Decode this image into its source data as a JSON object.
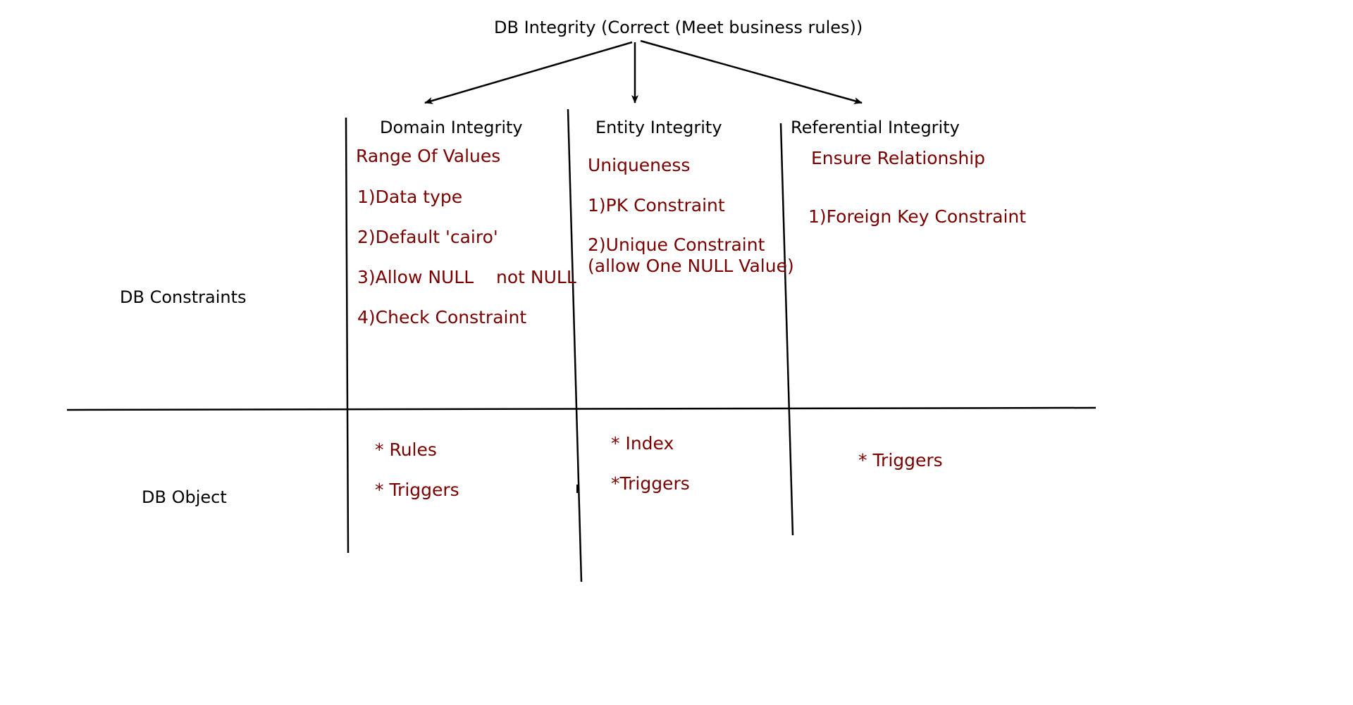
{
  "title": "DB Integrity (Correct (Meet business rules))",
  "row_labels": {
    "constraints": "DB Constraints",
    "objects": "DB Object"
  },
  "columns": {
    "domain": {
      "heading": "Domain Integrity",
      "subtitle": "Range Of Values",
      "items": [
        "1)Data type",
        "2)Default 'cairo'",
        "3)Allow NULL",
        "4)Check Constraint"
      ],
      "extra": "not NULL",
      "objects": [
        "* Rules",
        "* Triggers"
      ]
    },
    "entity": {
      "heading": "Entity Integrity",
      "subtitle": "Uniqueness",
      "items": [
        "1)PK Constraint",
        "2)Unique Constraint\n(allow One NULL Value)"
      ],
      "objects": [
        "* Index",
        "*Triggers"
      ]
    },
    "referential": {
      "heading": "Referential Integrity",
      "subtitle": "Ensure Relationship",
      "items": [
        "1)Foreign Key Constraint"
      ],
      "objects": [
        "* Triggers"
      ]
    }
  },
  "colors": {
    "line": "#000000",
    "heading_text": "#000000",
    "detail_text": "#7a0000"
  }
}
